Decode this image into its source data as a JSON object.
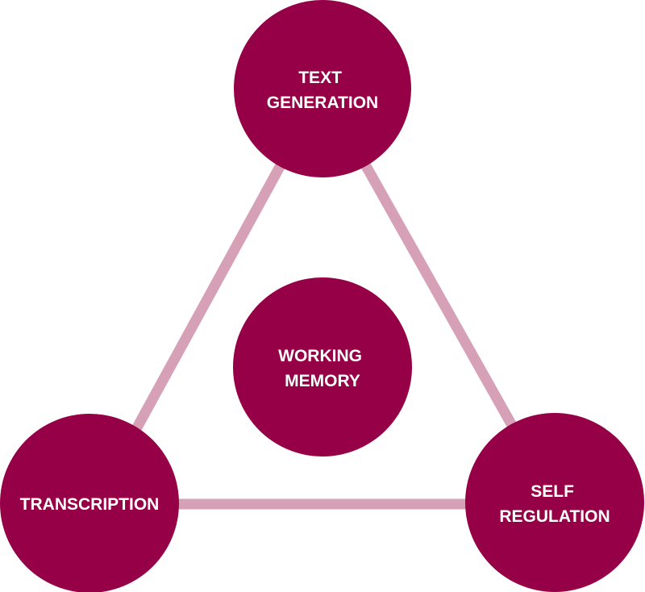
{
  "colors": {
    "node_fill": "#950046",
    "connector": "#d6a0b7",
    "label_text": "#ffffff",
    "background": "#ffffff"
  },
  "nodes": {
    "text_generation": {
      "lines": [
        "TEXT",
        "GENERATION"
      ]
    },
    "working_memory": {
      "lines": [
        "WORKING",
        "MEMORY"
      ]
    },
    "transcription": {
      "lines": [
        "TRANSCRIPTION"
      ]
    },
    "self_regulation": {
      "lines": [
        "SELF",
        "REGULATION"
      ]
    }
  }
}
